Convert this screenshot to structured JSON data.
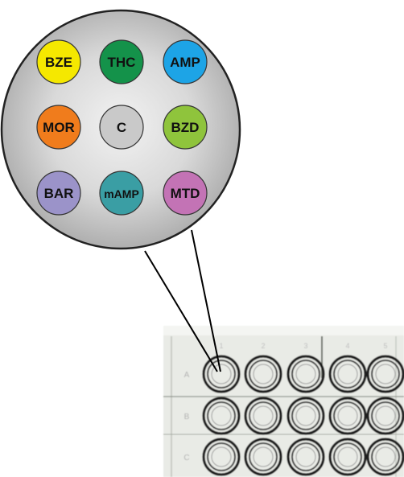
{
  "diagram": {
    "magnified_well": {
      "spots": [
        {
          "label": "BZE",
          "color": "#f5e800"
        },
        {
          "label": "THC",
          "color": "#14924a"
        },
        {
          "label": "AMP",
          "color": "#1da4e6"
        },
        {
          "label": "MOR",
          "color": "#f07c1c"
        },
        {
          "label": "C",
          "color": "#c9c9c9"
        },
        {
          "label": "BZD",
          "color": "#8fc43c"
        },
        {
          "label": "BAR",
          "color": "#9b93c9"
        },
        {
          "label": "mAMP",
          "color": "#3a9ea4"
        },
        {
          "label": "MTD",
          "color": "#c373b5"
        }
      ]
    },
    "plate": {
      "rows": [
        "A",
        "B",
        "C"
      ],
      "columns": [
        "1",
        "2",
        "3",
        "4",
        "5"
      ]
    }
  }
}
